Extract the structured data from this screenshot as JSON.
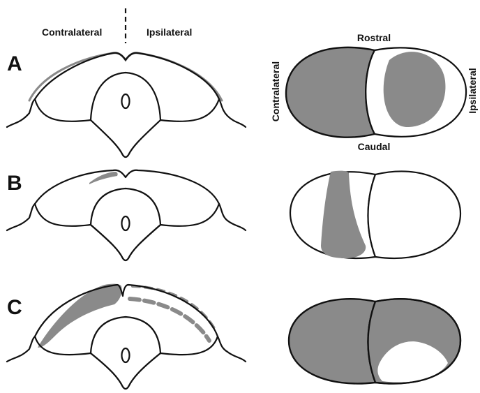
{
  "labels": {
    "contralateral_top": "Contralateral",
    "ipsilateral_top": "Ipsilateral",
    "rostral": "Rostral",
    "caudal": "Caudal",
    "contralateral_side": "Contralateral",
    "ipsilateral_side": "Ipsilateral"
  },
  "panels": [
    {
      "letter": "A"
    },
    {
      "letter": "B"
    },
    {
      "letter": "C"
    }
  ],
  "colors": {
    "label_fill": "#8a8a8a",
    "outline": "#111111",
    "background": "#ffffff"
  }
}
